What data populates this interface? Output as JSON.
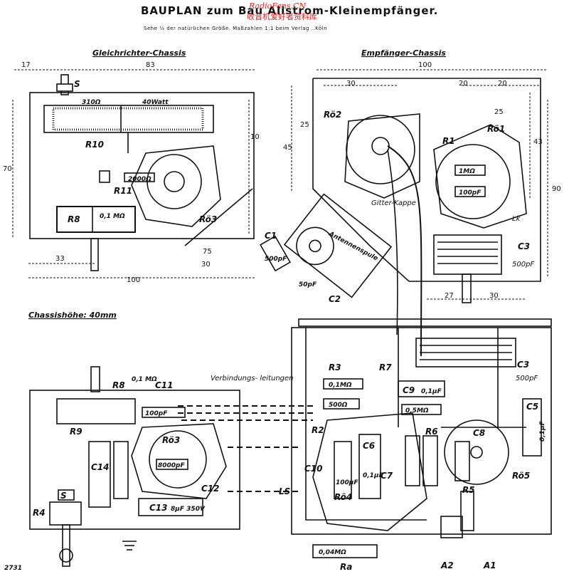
{
  "header": {
    "title": "BAUPLAN zum Bau Allstrom-Kleinempfänger.",
    "subtitle": "Sehe ½ der natürlichen Größe. Maßzahlen 1:1 beim Verlag ..Köln",
    "watermark_1": "RadioFans.CN",
    "watermark_2": "收音机爱好者资料库"
  },
  "sections": {
    "rectifier_chassis": "Gleichrichter-Chassis",
    "receiver_chassis": "Empfänger-Chassis",
    "chassis_height": "Chassishöhe: 40mm",
    "connecting_wires": "Verbindungs- leitungen"
  },
  "dimensions": {
    "d17": "17",
    "d83": "83",
    "d70": "70",
    "d10": "10",
    "d33": "33",
    "d100": "100",
    "d75": "75",
    "d30": "30",
    "d100_top": "100",
    "d30_top": "30",
    "d20a": "20",
    "d20b": "20",
    "d25": "25",
    "d45": "45",
    "d25_left": "25",
    "d43": "43",
    "d90": "90",
    "d27": "27",
    "d30_bot": "30"
  },
  "components": {
    "S": "S",
    "r_310": "310Ω",
    "r_40watt": "40Watt",
    "R10": "R10",
    "R11": "R11",
    "r_2000": "2000Ω",
    "R8": "R8",
    "r8_val": "0,1 MΩ",
    "Ro3": "Rö3",
    "Ro2": "Rö2",
    "Ro1": "Rö1",
    "R1": "R1",
    "r_1mohm": "1MΩ",
    "c_100pf": "100pF",
    "Lk": "Lk",
    "gitter_kappe": "Gitter-Kappe",
    "C1": "C1",
    "c1_val": "500pF",
    "antennenspule": "Antennenspule",
    "c_50pf": "50pF",
    "C2": "C2",
    "C3": "C3",
    "c3_val": "500pF",
    "c3b_val": "500pF",
    "R3": "R3",
    "r3_val": "0,1MΩ",
    "R7": "R7",
    "C9": "C9",
    "c9_val": "0,1μF",
    "r_500": "500Ω",
    "r_05": "0,5MΩ",
    "C5": "C5",
    "c5_val": "0,1μF",
    "R2": "R2",
    "C6": "C6",
    "c6_val": "0,1μF",
    "R6": "R6",
    "C8": "C8",
    "C10": "C10",
    "c10_val": "100μF",
    "C7": "C7",
    "LS": "LS",
    "R5": "R5",
    "Ro5": "Rö5",
    "Ro4": "Rö4",
    "Ra": "Ra",
    "ra_val": "0,04MΩ",
    "A2": "A2",
    "A1": "A1",
    "C11": "C11",
    "Rg": "R8",
    "rg_val": "0,1 MΩ",
    "c_100pf_b": "100pF",
    "R9": "R9",
    "C14": "C14",
    "C13": "C13",
    "c13_val": "8μF 350V",
    "C12": "C12",
    "R4": "R4",
    "c_8000": "8000pF",
    "nr": "2731"
  }
}
